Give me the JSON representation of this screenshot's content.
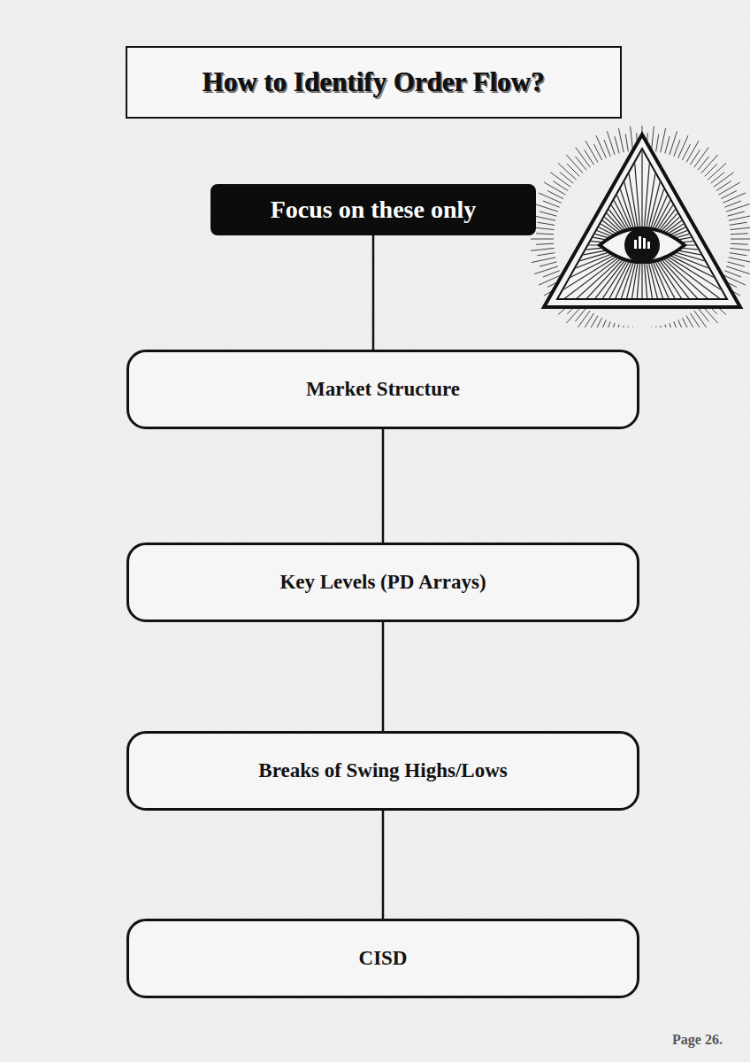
{
  "diagram": {
    "title": "How to Identify Order Flow?",
    "nodes": [
      {
        "text": [
          "Focus on these only"
        ]
      },
      {
        "text": [
          "Market Structure"
        ]
      },
      {
        "text": [
          "Key Levels (PD Arrays)"
        ]
      },
      {
        "text": [
          "Breaks of Swing Highs/Lows"
        ]
      },
      {
        "text": [
          "CISD"
        ]
      }
    ],
    "edges": [
      {
        "from": 0,
        "to": 1,
        "arrow": "none"
      },
      {
        "from": 1,
        "to": 2,
        "arrow": "none"
      },
      {
        "from": 2,
        "to": 3,
        "arrow": "none"
      },
      {
        "from": 3,
        "to": 4,
        "arrow": "none"
      }
    ],
    "labels": [
      "Page 26."
    ]
  }
}
